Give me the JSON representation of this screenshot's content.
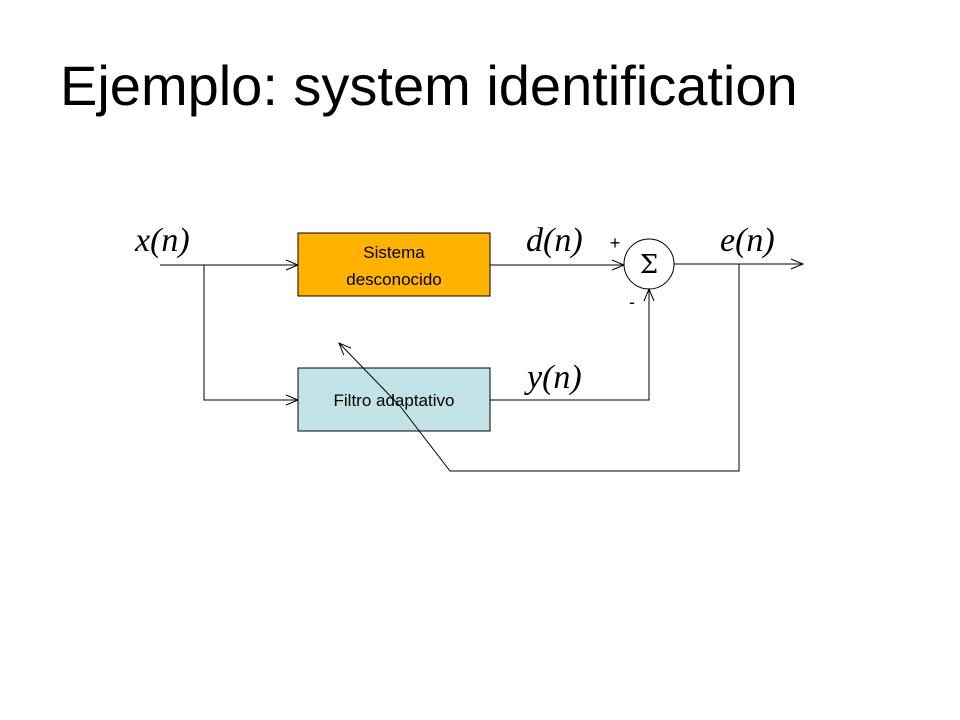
{
  "title": "Ejemplo: system identification",
  "colors": {
    "unknown_system_fill": "#FFB300",
    "adaptive_filter_fill": "#C2E3E6",
    "line": "#000000"
  },
  "diagram": {
    "unknown_system_label_line1": "Sistema",
    "unknown_system_label_line2": "desconocido",
    "adaptive_filter_label": "Filtro adaptativo",
    "summer_symbol": "Σ",
    "plus_sign": "+",
    "minus_sign": "-",
    "signal_input": "x(n)",
    "signal_desired": "d(n)",
    "signal_output": "y(n)",
    "signal_error": "e(n)"
  }
}
